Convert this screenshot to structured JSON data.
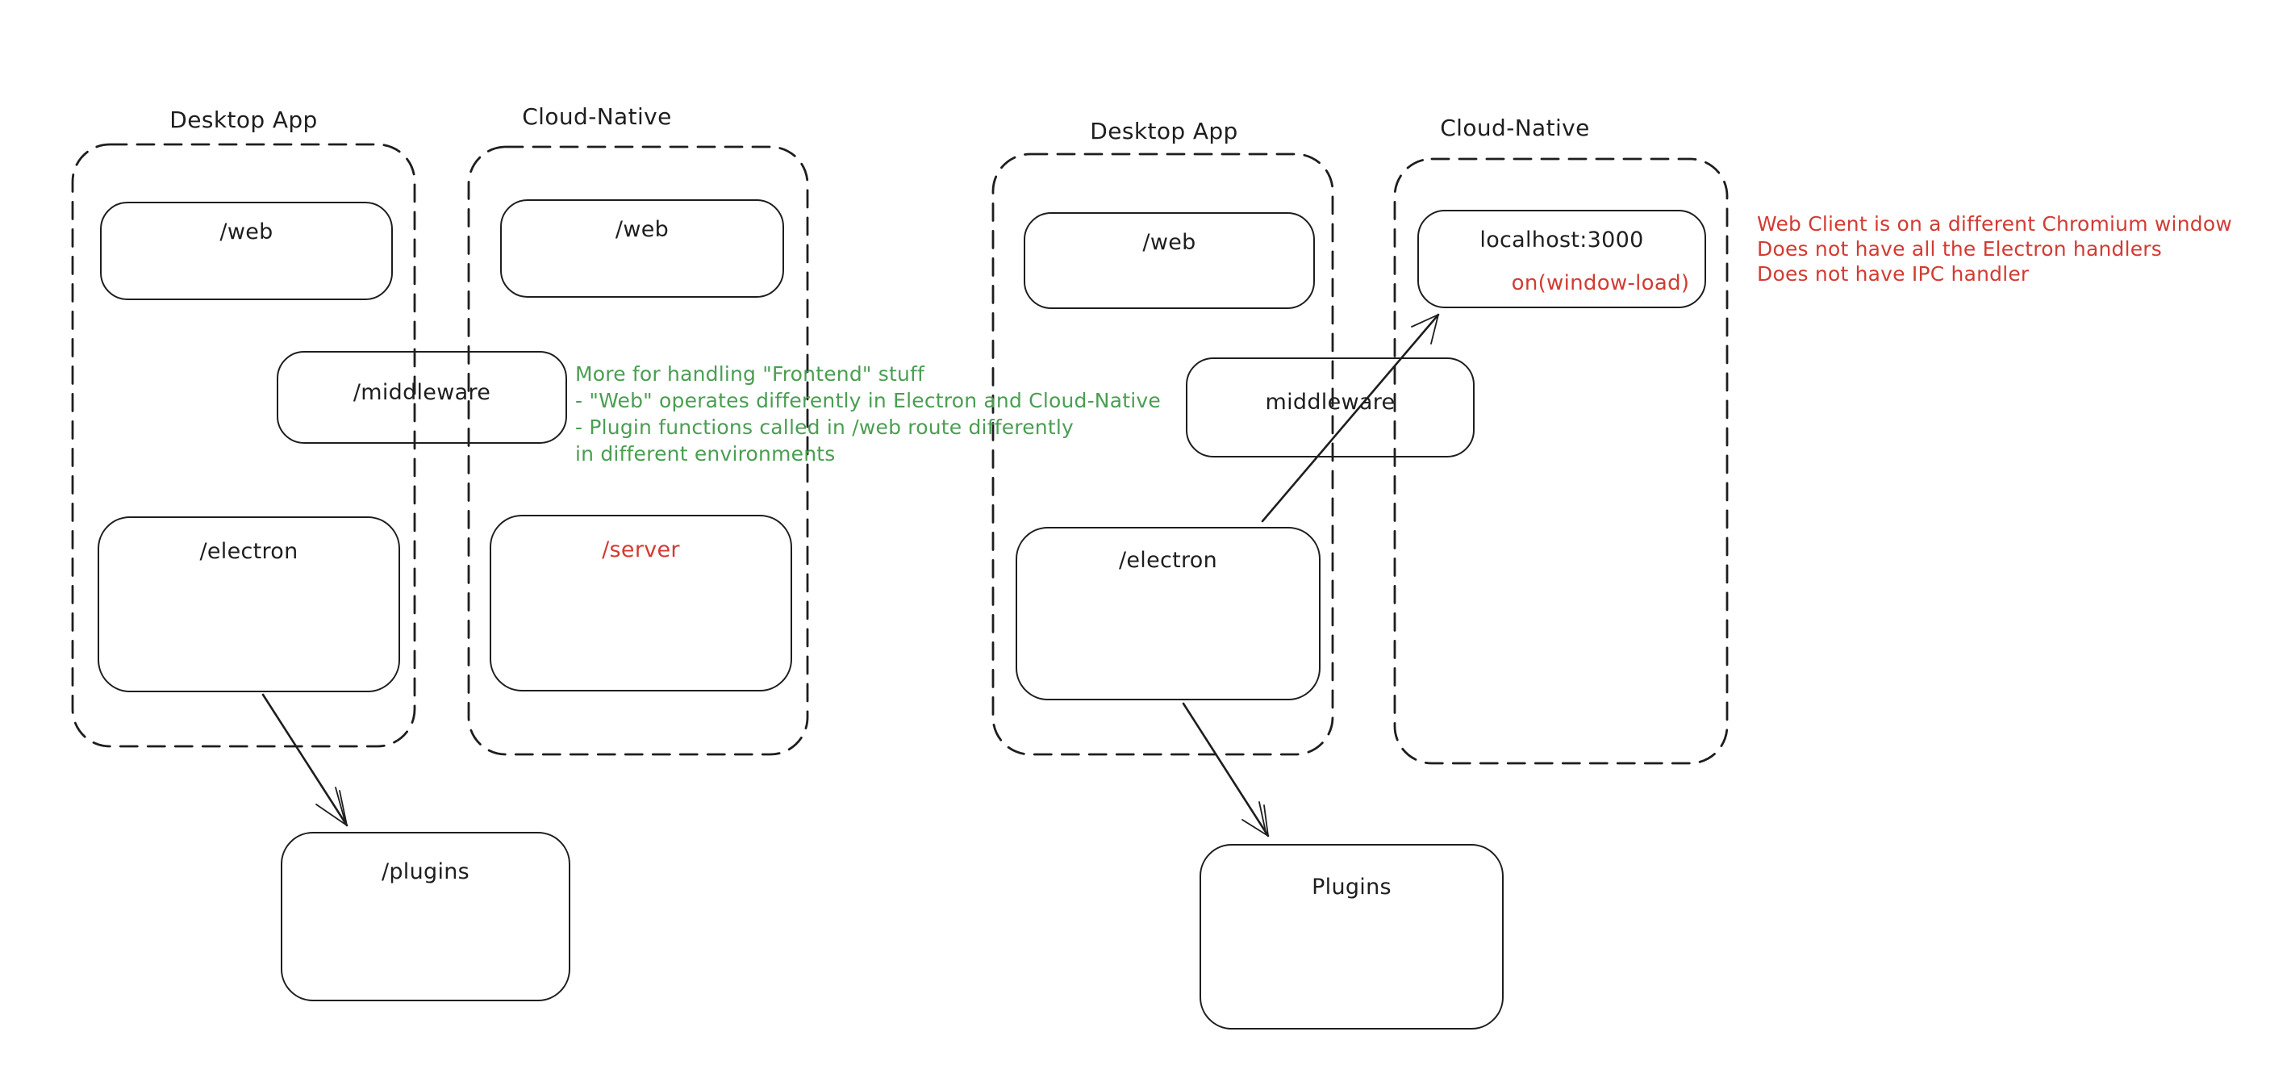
{
  "colors": {
    "stroke": "#1e1e1e",
    "red": "#d23b33",
    "green": "#4a9e52",
    "background": "#ffffff"
  },
  "left_diagram": {
    "desktop_app_label": "Desktop App",
    "cloud_native_label": "Cloud-Native",
    "web_desktop_label": "/web",
    "web_cloud_label": "/web",
    "middleware_label": "/middleware",
    "electron_label": "/electron",
    "server_label": "/server",
    "plugins_label": "/plugins"
  },
  "right_diagram": {
    "desktop_app_label": "Desktop App",
    "cloud_native_label": "Cloud-Native",
    "web_desktop_label": "/web",
    "localhost_title": "localhost:3000",
    "localhost_event": "on(window-load)",
    "middleware_label": "middleware",
    "electron_label": "/electron",
    "plugins_label": "Plugins"
  },
  "notes": {
    "green_note": {
      "color": "#4a9e52",
      "lines": [
        "More for handling \"Frontend\" stuff",
        "- \"Web\" operates differently in Electron and Cloud-Native",
        "- Plugin functions called in /web route differently",
        "in different environments"
      ]
    },
    "red_note": {
      "color": "#d23b33",
      "lines": [
        "Web Client is on a different Chromium window",
        "Does not have all the Electron handlers",
        "Does not have IPC handler"
      ]
    }
  }
}
